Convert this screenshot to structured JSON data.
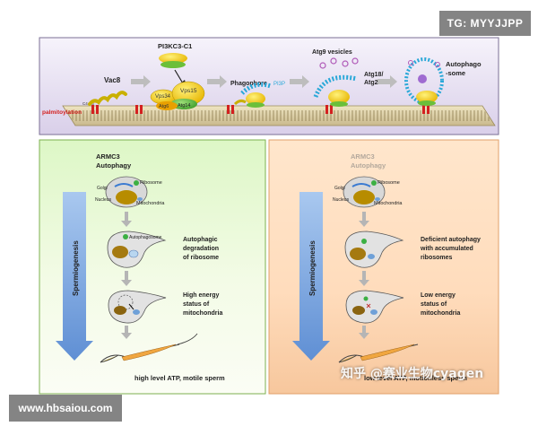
{
  "watermarks": {
    "top_right": "TG: MYYJJPP",
    "bottom_left": "www.hbsaiou.com",
    "zhihu": "知乎 @赛业生物cyagen"
  },
  "top_panel": {
    "pi3k_label": "PI3KC3-C1",
    "vac8": "Vac8",
    "c4c5": "C4 C5",
    "palmitoylation": "palmitoylation",
    "vps34": "Vps34",
    "vps15": "Vps15",
    "atg6": "Atg6",
    "atg14": "Atg14",
    "phagophore": "Phagophore",
    "pi3p": "PI3P",
    "atg9_vesicles": "Atg9 vesicles",
    "atg18_line1": "Atg18/",
    "atg18_line2": "Atg2",
    "autophago_line1": "Autophago",
    "autophago_line2": "-some"
  },
  "left_panel": {
    "title_line1": "ARMC3",
    "title_line2": "Autophagy",
    "golgi": "Golgi",
    "ribosome": "Ribosome",
    "nucleus": "Nucleus",
    "mitochondria": "Mitochondria",
    "autophagosome": "Autophagosome",
    "spermiogenesis": "Spermiogenesis",
    "step1": [
      "Autophagic",
      "degradation",
      "of ribosome"
    ],
    "step2": [
      "High energy",
      "status of",
      "mitochondria"
    ],
    "result": "high level ATP,  motile sperm"
  },
  "right_panel": {
    "title_line1": "ARMC3",
    "title_line2": "Autophagy",
    "golgi": "Golgi",
    "ribosome": "Ribosome",
    "nucleus": "Nucleus",
    "mitochondria": "Mitochondria",
    "spermiogenesis": "Spermiogenesis",
    "step1": [
      "Deficient autophagy",
      "with accumulated",
      "ribosomes"
    ],
    "step2": [
      "Low energy",
      "status of",
      "mitochondria"
    ],
    "result": "low level ATP,  motionless sperm"
  }
}
